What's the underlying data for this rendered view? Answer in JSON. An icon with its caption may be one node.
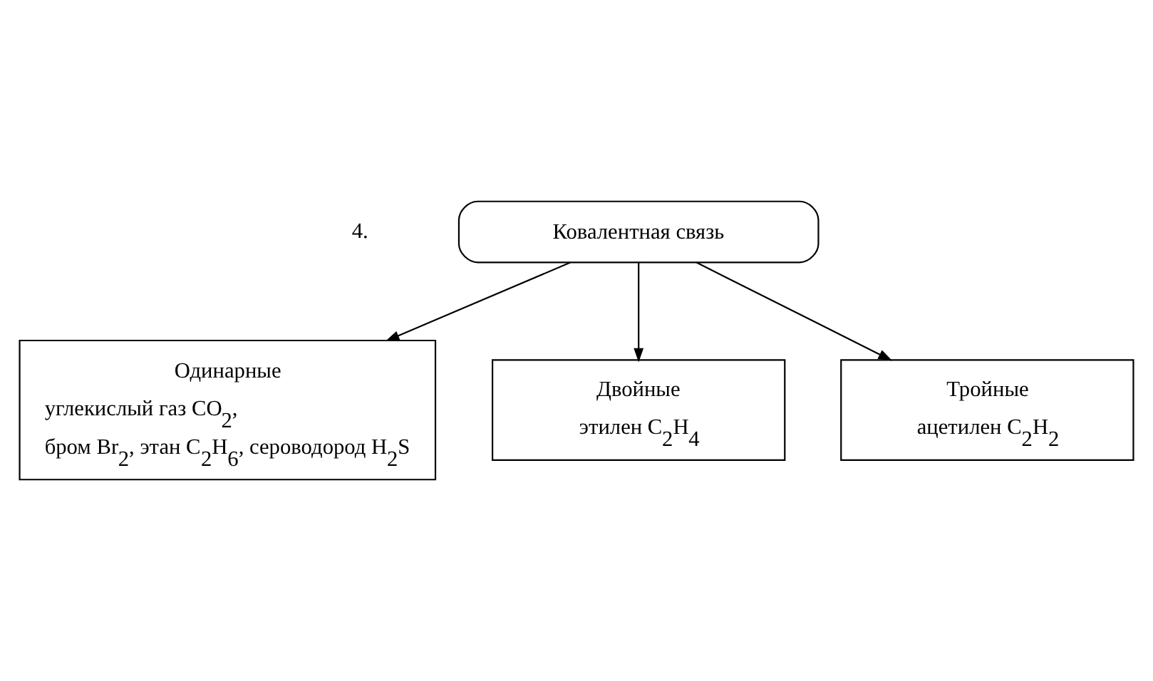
{
  "diagram": {
    "nodes": [
      {
        "text": [
          "Ковалентная связь"
        ]
      },
      {
        "text": [
          "Одинарные",
          "углекислый газ CO$_{2}$,",
          "бром Br$_{2}$, этан C$_{2}$H$_{6}$, сероводород H$_{2}$S"
        ]
      },
      {
        "text": [
          "Двойные",
          "этилен C$_{2}$H$_{4}$"
        ]
      },
      {
        "text": [
          "Тройные",
          "ацетилен C$_{2}$H$_{2}$"
        ]
      }
    ],
    "edges": [
      {
        "from": 0,
        "to": 1,
        "arrow": "to"
      },
      {
        "from": 0,
        "to": 2,
        "arrow": "to"
      },
      {
        "from": 0,
        "to": 3,
        "arrow": "to"
      }
    ],
    "labels": [
      "4."
    ]
  }
}
